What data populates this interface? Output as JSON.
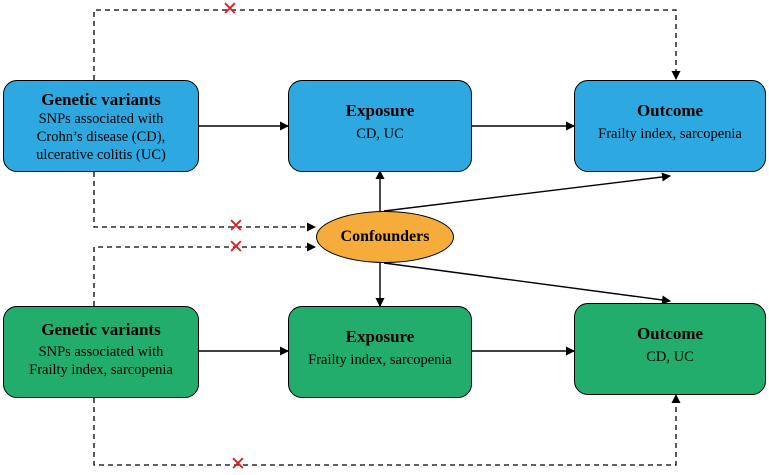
{
  "top_row": {
    "genetic": {
      "title": "Genetic variants",
      "line1": "SNPs associated with",
      "line2": "Crohn’s disease (CD),",
      "line3": "ulcerative colitis (UC)"
    },
    "exposure": {
      "title": "Exposure",
      "body": "CD, UC"
    },
    "outcome": {
      "title": "Outcome",
      "body": "Frailty index, sarcopenia"
    }
  },
  "bottom_row": {
    "genetic": {
      "title": "Genetic variants",
      "line1": "SNPs associated with",
      "line2": "Frailty index, sarcopenia"
    },
    "exposure": {
      "title": "Exposure",
      "body": "Frailty index, sarcopenia"
    },
    "outcome": {
      "title": "Outcome",
      "body": "CD, UC"
    }
  },
  "confounders": {
    "label": "Confounders"
  },
  "crossed_path_mark": "✕",
  "colors": {
    "top_boxes": "#2ea8e0",
    "bottom_boxes": "#22ad6c",
    "confounders": "#f5ac3a",
    "crossed_mark": "#e02020"
  }
}
